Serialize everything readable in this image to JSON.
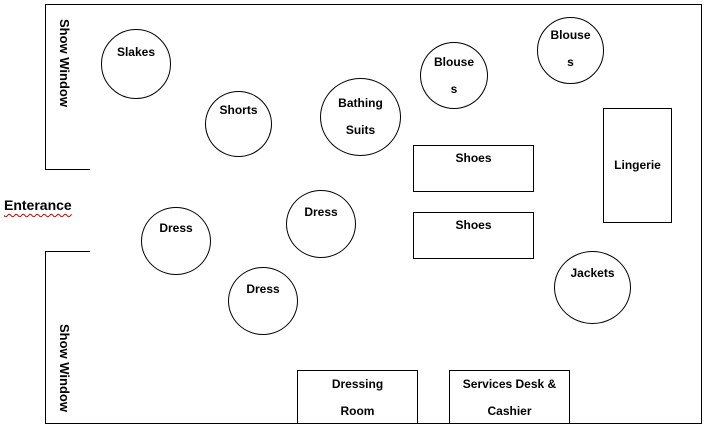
{
  "store": {
    "entrance_label": "Enterance",
    "show_window_top": "Show Window",
    "show_window_bottom": "Show Window"
  },
  "fixtures": {
    "slakes": "Slakes",
    "shorts": "Shorts",
    "bathing_suits": [
      "Bathing",
      "Suits"
    ],
    "blouses_1": [
      "Blouse",
      "s"
    ],
    "blouses_2": [
      "Blouse",
      "s"
    ],
    "shoes_1": "Shoes",
    "shoes_2": "Shoes",
    "lingerie": "Lingerie",
    "dress_1": "Dress",
    "dress_2": "Dress",
    "dress_3": "Dress",
    "jackets": "Jackets",
    "dressing_room": [
      "Dressing",
      "Room"
    ],
    "service_desk": [
      "Services Desk &",
      "Cashier"
    ]
  }
}
